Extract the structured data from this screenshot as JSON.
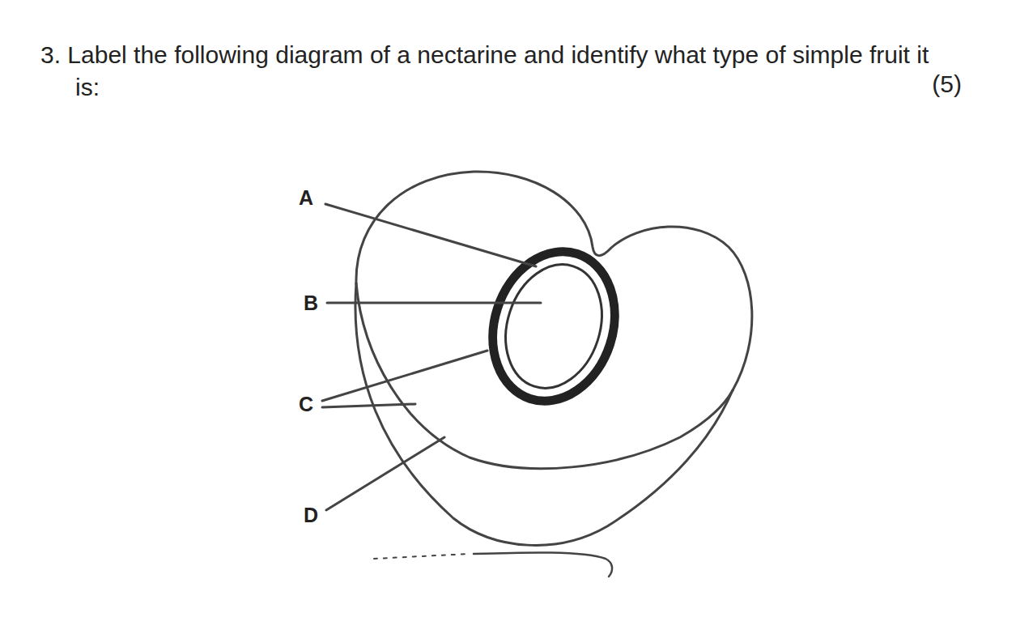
{
  "diagram": {
    "title": "3. Label the following diagram of a nectarine and identify what type of simple fruit it is:",
    "labels": [
      "(5)",
      "A",
      "B",
      "C",
      "D"
    ]
  }
}
